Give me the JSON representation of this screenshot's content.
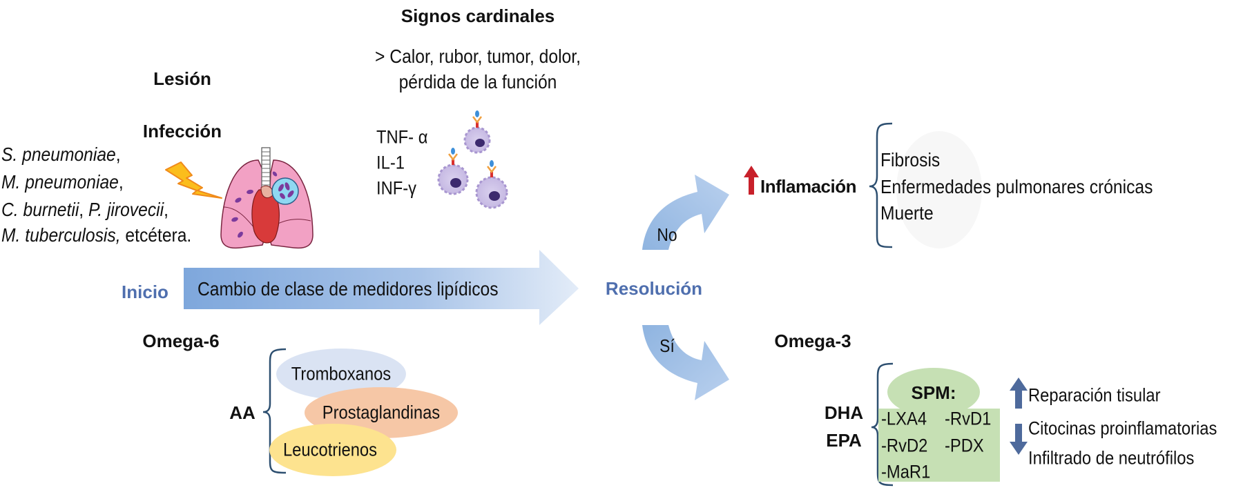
{
  "top": {
    "cardinal_title": "Signos cardinales",
    "cardinal_line1": "> Calor, rubor, tumor, dolor,",
    "cardinal_line2": "pérdida de la función",
    "lesion": "Lesión",
    "infeccion": "Infección",
    "pathogens": [
      {
        "italic": "S. pneumoniae",
        "rest": ","
      },
      {
        "italic": "M. pneumoniae",
        "rest": ","
      },
      {
        "italic": "C. burnetii",
        "mid": ", ",
        "italic2": "P. jirovecii",
        "rest": ","
      },
      {
        "italic": "M. tuberculosis,",
        "rest": " etcétera."
      }
    ],
    "cytokines": [
      "TNF- α",
      "IL-1",
      "INF-γ"
    ]
  },
  "flow": {
    "start_label": "Inicio",
    "arrow_label": "Cambio de clase de medidores lipídicos",
    "resolution_label": "Resolución",
    "no_label": "No",
    "yes_label": "Sí"
  },
  "inflammation": {
    "label": "Inflamación",
    "outcomes": [
      "Fibrosis",
      "Enfermedades pulmonares crónicas",
      "Muerte"
    ]
  },
  "omega6": {
    "title": "Omega-6",
    "source": "AA",
    "mediators": [
      "Tromboxanos",
      "Prostaglandinas",
      "Leucotrienos"
    ]
  },
  "omega3": {
    "title": "Omega-3",
    "sources": [
      "DHA",
      "EPA"
    ],
    "spm_title": "SPM:",
    "spm_items": [
      [
        "-LXA4",
        "-RvD1"
      ],
      [
        "-RvD2",
        "-PDX"
      ],
      [
        "-MaR1",
        ""
      ]
    ],
    "increase": [
      "Reparación tisular"
    ],
    "decrease": [
      "Citocinas proinflamatorias",
      "Infiltrado de neutrófilos"
    ]
  },
  "colors": {
    "arrow_blue": "#8fb4e0",
    "label_blue": "#4f6fae",
    "brace": "#2d4f70",
    "up_red": "#c8202a",
    "arrow_slate": "#4e6a9c",
    "tromboxanos": "#dae3f3",
    "prostaglandinas": "#f6c7a6",
    "leucotrienos": "#fde38f",
    "spm_green": "#c6e0b4"
  }
}
